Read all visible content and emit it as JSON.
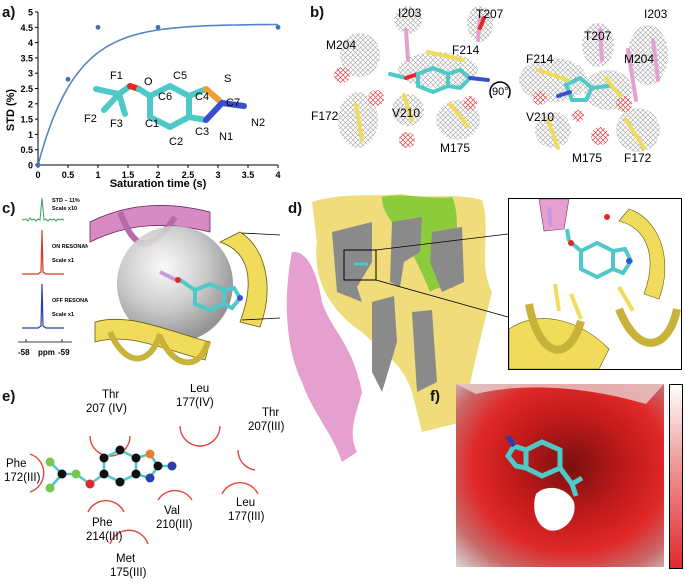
{
  "panels": {
    "a": {
      "label": "a)"
    },
    "b": {
      "label": "b)"
    },
    "c": {
      "label": "c)"
    },
    "d": {
      "label": "d)"
    },
    "e": {
      "label": "e)"
    },
    "f": {
      "label": "f)"
    }
  },
  "chart_data": {
    "type": "scatter",
    "x": [
      0,
      0.5,
      1,
      2,
      4
    ],
    "y": [
      0,
      2.8,
      4.5,
      4.5,
      4.5
    ],
    "fit_curve": "saturation",
    "xlabel": "Saturation time (s)",
    "ylabel": "STD (%)",
    "xlim": [
      0,
      4
    ],
    "ylim": [
      0,
      5
    ],
    "xticks": [
      "0",
      "0.5",
      "1",
      "1.5",
      "2",
      "2.5",
      "3",
      "3.5",
      "4"
    ],
    "yticks": [
      "0",
      "0.5",
      "1",
      "1.5",
      "2",
      "2.5",
      "3",
      "3.5",
      "4",
      "4.5",
      "5"
    ],
    "point_color": "#3f6fb5",
    "line_color": "#5585c8"
  },
  "molecule_a": {
    "atoms": [
      "F1",
      "O",
      "C5",
      "S",
      "C6",
      "C4",
      "C7",
      "F2",
      "F3",
      "C1",
      "C3",
      "N2",
      "N1",
      "C2"
    ]
  },
  "panel_b": {
    "left_labels": [
      "I203",
      "T207",
      "M204",
      "F214",
      "F172",
      "V210",
      "M175"
    ],
    "right_labels": [
      "T207",
      "I203",
      "F214",
      "M204",
      "V210",
      "M175",
      "F172"
    ],
    "rotation": "90°"
  },
  "panel_c": {
    "spectra": [
      {
        "title": "STD – 11%",
        "scale": "Scale x10",
        "color": "#3a9a5a"
      },
      {
        "title": "ON RESONANCE",
        "scale": "Scale x1",
        "color": "#d83a2a"
      },
      {
        "title": "OFF RESONANCE",
        "scale": "Scale x1",
        "color": "#2a3faa"
      }
    ],
    "axis": {
      "left": "-58",
      "unit": "ppm",
      "right": "-59"
    }
  },
  "panel_e": {
    "residues": [
      {
        "name": "Thr",
        "id": "207 (IV)"
      },
      {
        "name": "Leu",
        "id": "177(IV)"
      },
      {
        "name": "Thr",
        "id": "207(III)"
      },
      {
        "name": "Phe",
        "id": "172(III)"
      },
      {
        "name": "Phe",
        "id": "214(III)"
      },
      {
        "name": "Val",
        "id": "210(III)"
      },
      {
        "name": "Leu",
        "id": "177(III)"
      },
      {
        "name": "Met",
        "id": "175(III)"
      }
    ]
  },
  "colors": {
    "cyan": "#4fc8c8",
    "pink": "#e6a0d0",
    "yellow": "#f0dc5a",
    "green": "#8ccc3c",
    "red": "#e02828"
  }
}
